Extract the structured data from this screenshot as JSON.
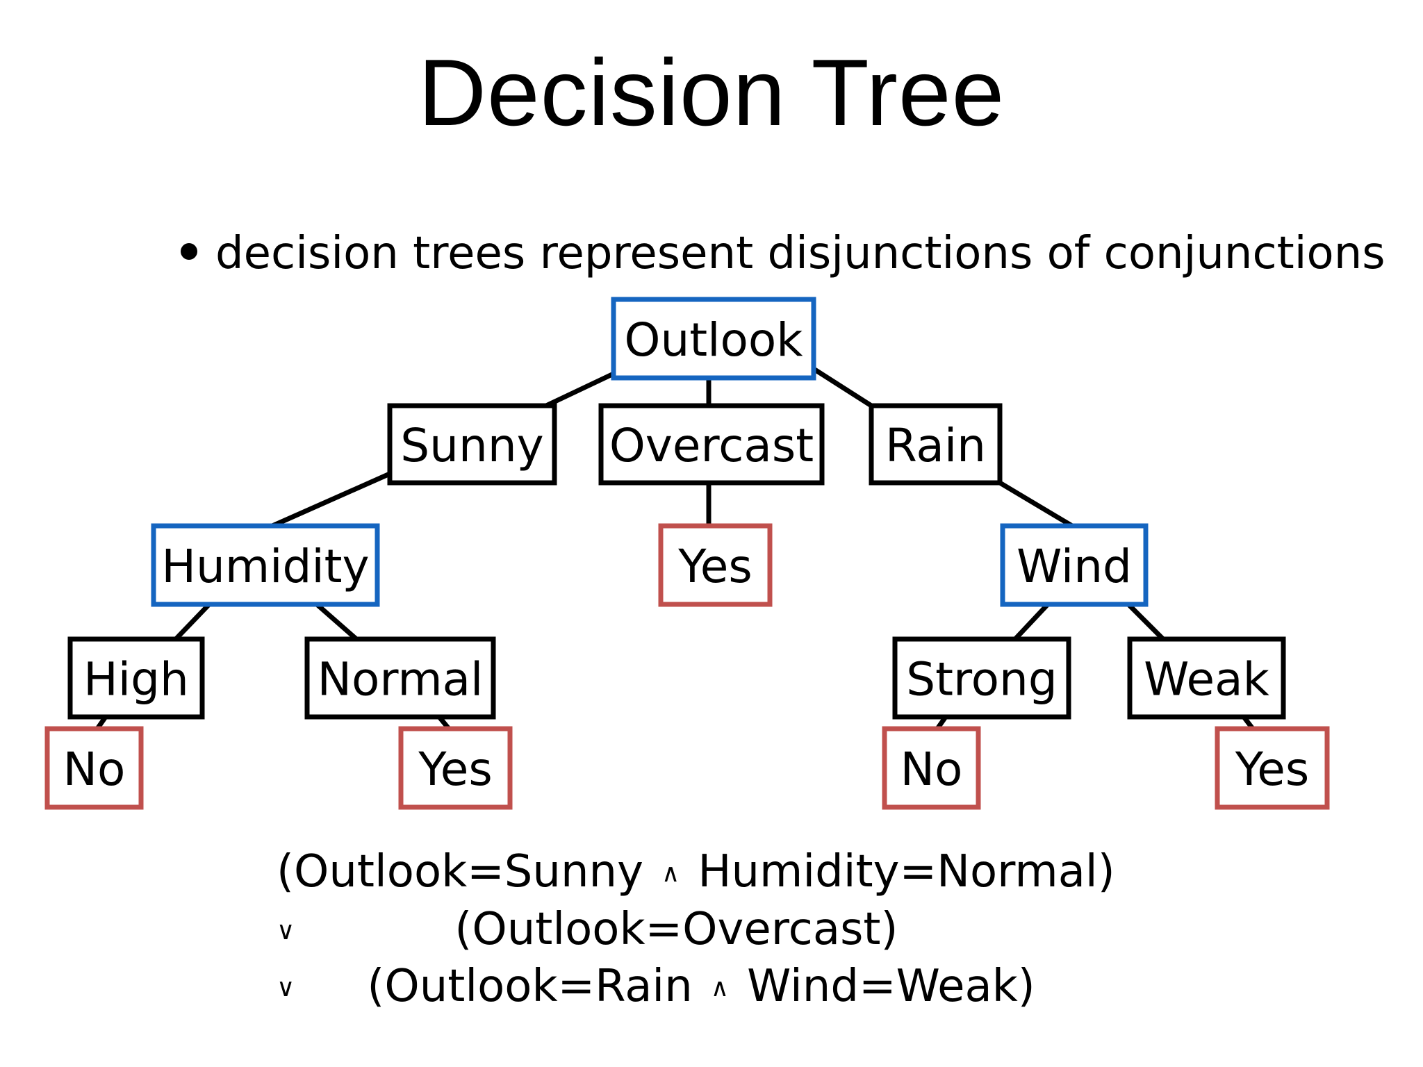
{
  "title": "Decision Tree",
  "bullet": "decision trees represent disjunctions of conjunctions",
  "colors": {
    "attribute_node": "#1565c0",
    "value_node": "#000000",
    "leaf_node": "#c0504d",
    "edge": "#000000"
  },
  "tree": {
    "nodes": [
      {
        "id": "outlook",
        "label": "Outlook",
        "kind": "attribute"
      },
      {
        "id": "sunny",
        "label": "Sunny",
        "kind": "value"
      },
      {
        "id": "overcast",
        "label": "Overcast",
        "kind": "value"
      },
      {
        "id": "rain",
        "label": "Rain",
        "kind": "value"
      },
      {
        "id": "humidity",
        "label": "Humidity",
        "kind": "attribute"
      },
      {
        "id": "yes-overcast",
        "label": "Yes",
        "kind": "leaf"
      },
      {
        "id": "wind",
        "label": "Wind",
        "kind": "attribute"
      },
      {
        "id": "high",
        "label": "High",
        "kind": "value"
      },
      {
        "id": "normal",
        "label": "Normal",
        "kind": "value"
      },
      {
        "id": "strong",
        "label": "Strong",
        "kind": "value"
      },
      {
        "id": "weak",
        "label": "Weak",
        "kind": "value"
      },
      {
        "id": "no-high",
        "label": "No",
        "kind": "leaf"
      },
      {
        "id": "yes-normal",
        "label": "Yes",
        "kind": "leaf"
      },
      {
        "id": "no-strong",
        "label": "No",
        "kind": "leaf"
      },
      {
        "id": "yes-weak",
        "label": "Yes",
        "kind": "leaf"
      }
    ],
    "edges": [
      [
        "outlook",
        "sunny"
      ],
      [
        "outlook",
        "overcast"
      ],
      [
        "outlook",
        "rain"
      ],
      [
        "sunny",
        "humidity"
      ],
      [
        "overcast",
        "yes-overcast"
      ],
      [
        "rain",
        "wind"
      ],
      [
        "humidity",
        "high"
      ],
      [
        "humidity",
        "normal"
      ],
      [
        "wind",
        "strong"
      ],
      [
        "wind",
        "weak"
      ],
      [
        "high",
        "no-high"
      ],
      [
        "normal",
        "yes-normal"
      ],
      [
        "strong",
        "no-strong"
      ],
      [
        "weak",
        "yes-weak"
      ]
    ]
  },
  "formula": {
    "line1": {
      "open": "(Outlook=Sunny",
      "and": "∧",
      "rest": "Humidity=Normal)"
    },
    "line2": {
      "or": "∨",
      "text": "(Outlook=Overcast)"
    },
    "line3": {
      "or": "∨",
      "open": "(Outlook=Rain",
      "and": "∧",
      "rest": "Wind=Weak)"
    }
  }
}
